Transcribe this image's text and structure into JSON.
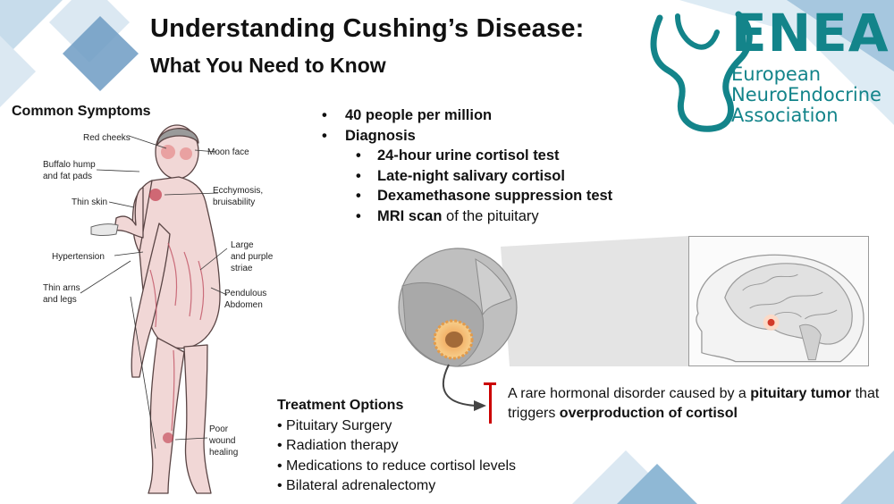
{
  "header": {
    "title": "Understanding Cushing’s Disease:",
    "subtitle": "What You Need to Know"
  },
  "logo": {
    "letters": "ENEA",
    "name_lines": [
      "European",
      "NeuroEndocrine",
      "Association"
    ],
    "color": "#13848a"
  },
  "symptoms": {
    "title": "Common Symptoms",
    "labels": {
      "red_cheeks": "Red cheeks",
      "moon_face": "Moon face",
      "buffalo_hump_1": "Buffalo hump",
      "buffalo_hump_2": "and fat pads",
      "ecchymosis_1": "Ecchymosis,",
      "ecchymosis_2": "bruisability",
      "thin_skin": "Thin skin",
      "striae_1": "Large",
      "striae_2": "and purple",
      "striae_3": "striae",
      "hypertension": "Hypertension",
      "thin_arms_1": "Thin arns",
      "thin_arms_2": "and legs",
      "pendulous_1": "Pendulous",
      "pendulous_2": "Abdomen",
      "wound_1": "Poor",
      "wound_2": "wound",
      "wound_3": "healing"
    }
  },
  "facts": {
    "prevalence": "40 people per million",
    "diagnosis": "Diagnosis",
    "tests": [
      "24-hour urine cortisol test",
      "Late-night salivary cortisol",
      "Dexamethasone suppression test"
    ],
    "mri_bold": "MRI scan",
    "mri_rest": " of the pituitary"
  },
  "treatment": {
    "title": "Treatment Options",
    "items": [
      "• Pituitary Surgery",
      "• Radiation therapy",
      "• Medications to reduce cortisol levels",
      "• Bilateral adrenalectomy"
    ]
  },
  "description": {
    "part1": "A rare hormonal disorder caused by a ",
    "bold1": "pituitary tumor",
    "part2": " that triggers ",
    "bold2": "overproduction of cortisol"
  },
  "colors": {
    "accent_teal": "#13848a",
    "deco_blue": "#6d9bc3",
    "highlight_red": "#cc0000"
  }
}
